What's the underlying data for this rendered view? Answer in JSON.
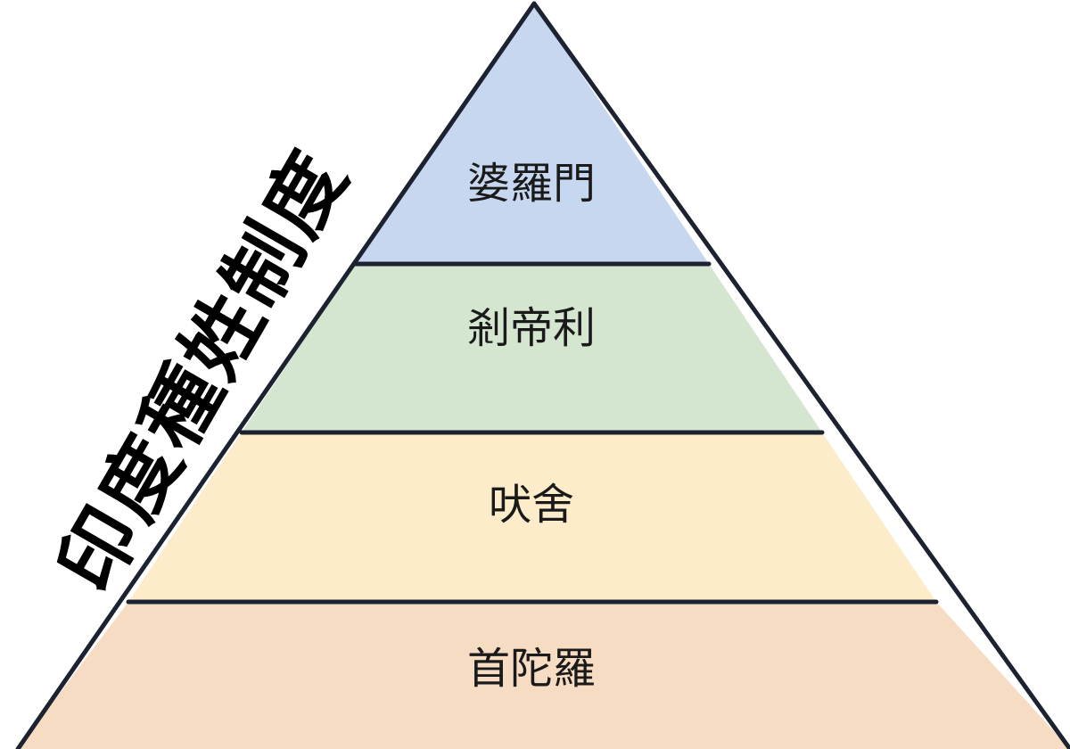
{
  "title": "印度種姓制度",
  "levels": [
    {
      "label": "婆羅門",
      "color": "#c6d7ef"
    },
    {
      "label": "剎帝利",
      "color": "#d5e6d0"
    },
    {
      "label": "吠舍",
      "color": "#fcecc9"
    },
    {
      "label": "首陀羅",
      "color": "#f6dcc3"
    }
  ],
  "outline_color": "#1c2230"
}
